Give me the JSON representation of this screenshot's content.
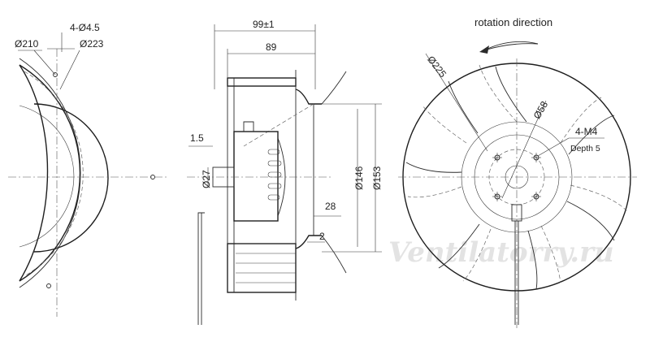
{
  "drawing": {
    "front_view": {
      "bolt_hole_callout": "4-Ø4.5",
      "inner_diameter_label": "Ø210",
      "outer_diameter_label": "Ø223"
    },
    "side_view": {
      "overall_width_label": "99±1",
      "impeller_width_label": "89",
      "flange_thickness_label": "1.5",
      "shaft_diameter_label": "Ø27",
      "inlet_diameter_label": "Ø146",
      "outer_inlet_diameter_label": "Ø153",
      "inlet_depth_label": "28",
      "gap_label": "2"
    },
    "rear_view": {
      "caption": "rotation direction",
      "impeller_diameter_label": "Ø225",
      "hub_diameter_label": "Ø58",
      "thread_callout": "4-M4",
      "thread_depth": "Depth 5"
    },
    "watermark": "Ventilatorry.ru"
  }
}
